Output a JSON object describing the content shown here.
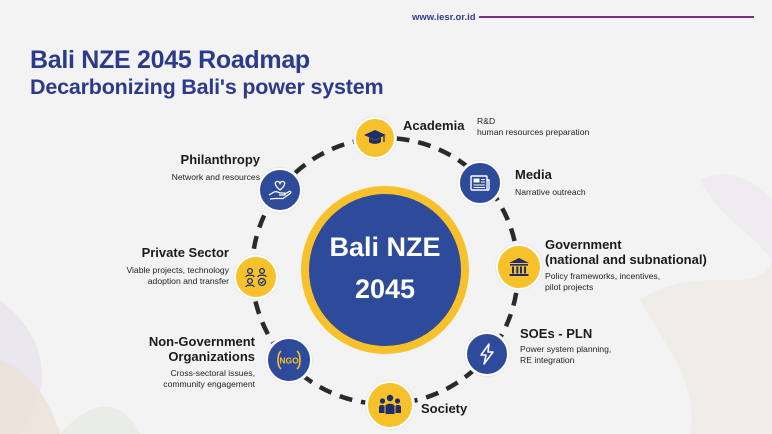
{
  "site_url": "www.iesr.or.id",
  "title": "Bali NZE 2045 Roadmap",
  "subtitle": "Decarbonizing Bali's power system",
  "center": {
    "line1": "Bali NZE",
    "line2": "2045"
  },
  "nodes": {
    "academia": {
      "title": "Academia",
      "desc1": "R&D",
      "desc2": "human resources preparation",
      "icon": "graduation-cap-icon"
    },
    "media": {
      "title": "Media",
      "desc1": "Narrative outreach",
      "icon": "newspaper-icon"
    },
    "government": {
      "title1": "Government",
      "title2": "(national and subnational)",
      "desc1": "Policy frameworks, incentives,",
      "desc2": "pilot projects",
      "icon": "government-building-icon"
    },
    "soes": {
      "title": "SOEs - PLN",
      "desc1": "Power system planning,",
      "desc2": "RE integration",
      "icon": "lightning-icon"
    },
    "society": {
      "title": "Society",
      "icon": "people-group-icon"
    },
    "ngo": {
      "title1": "Non-Government",
      "title2": "Organizations",
      "desc1": "Cross-sectoral issues,",
      "desc2": "community engagement",
      "icon": "ngo-icon",
      "badge": "NGO"
    },
    "private": {
      "title": "Private Sector",
      "desc1": "Viable projects, technology",
      "desc2": "adoption and transfer",
      "icon": "business-network-icon"
    },
    "philanthropy": {
      "title": "Philanthropy",
      "desc1": "Network and resources",
      "icon": "heart-hand-icon"
    }
  },
  "colors": {
    "navy": "#2b3b8a",
    "yellow": "#f7c12c",
    "blue": "#2e4a9a",
    "accent_line": "#7a2f8c"
  }
}
